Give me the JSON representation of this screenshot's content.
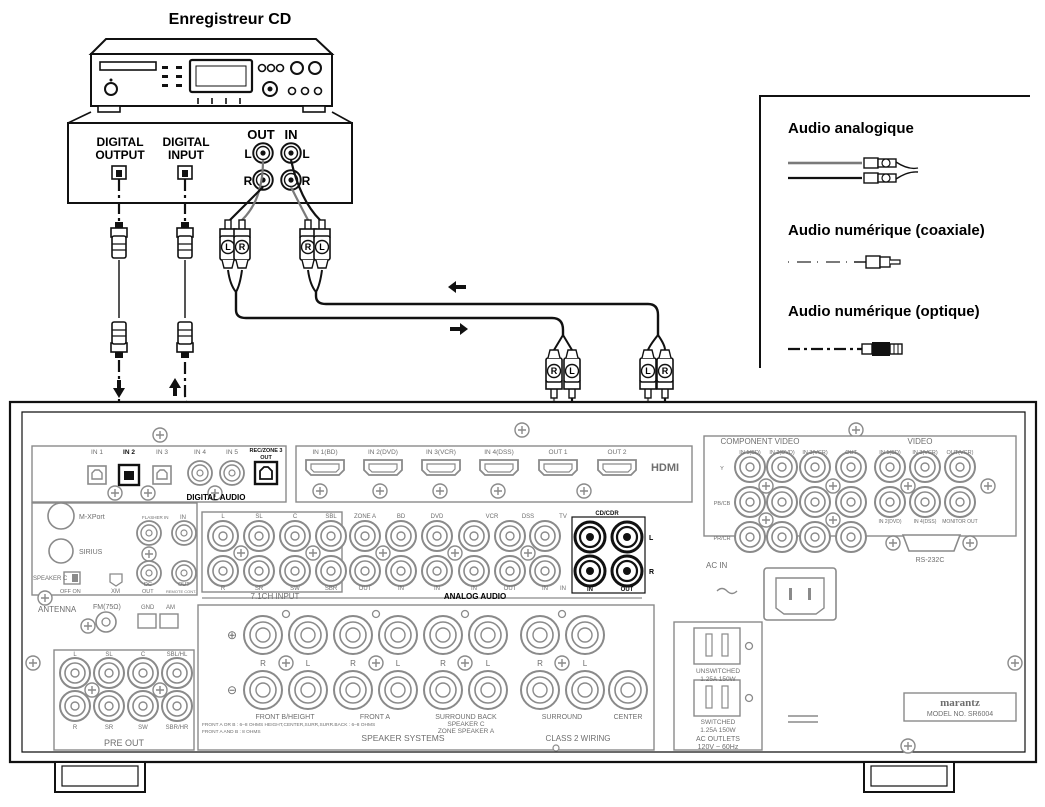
{
  "title": "Enregistreur CD",
  "recorder": {
    "digital_output": [
      "DIGITAL",
      "OUTPUT"
    ],
    "digital_input": [
      "DIGITAL",
      "INPUT"
    ],
    "out": "OUT",
    "in": "IN",
    "l": "L",
    "r": "R"
  },
  "plug_letters": {
    "l": "L",
    "r": "R"
  },
  "legend": {
    "analog": "Audio analogique",
    "coax": "Audio numérique (coaxiale)",
    "optical": "Audio numérique (optique)"
  },
  "receiver": {
    "digital_inputs": [
      "IN 1",
      "IN 2",
      "IN 3",
      "IN 4",
      "IN 5"
    ],
    "rec_out": [
      "REC/ZONE 3",
      "OUT"
    ],
    "digital_audio": "DIGITAL AUDIO",
    "hdmi_inputs": [
      "IN 1(BD)",
      "IN 2(DVD)",
      "IN 3(VCR)",
      "IN 4(DSS)",
      "OUT 1",
      "OUT 2"
    ],
    "hdmi_logo": "HDMI",
    "component_video": "COMPONENT VIDEO",
    "component_cols": [
      "IN 1(BD)",
      "IN 2(DVD)",
      "IN 3(VCR)",
      "OUT"
    ],
    "component_rows": [
      "Y",
      "PB/CB",
      "PR/CR"
    ],
    "video": "VIDEO",
    "video_cols": [
      "IN 1(BD)",
      "IN 3(VCR)",
      "OUT(VCR)"
    ],
    "video_bottom": [
      "IN 2(DVD)",
      "IN 4(DSS)",
      "MONITOR OUT"
    ],
    "m_xport": "M-XPort",
    "sirius": "SIRIUS",
    "speaker_c": "SPEAKER C",
    "off_on": "OFF  ON",
    "xm": "XM",
    "antenna": "ANTENNA",
    "fm": "FM(75Ω)",
    "gnd": "GND",
    "am": "AM",
    "flasher_in": "FLASHER IN",
    "dc_out": [
      "DC",
      "OUT"
    ],
    "remote_in": "IN",
    "remote_out": [
      "OUT",
      "REMOTE CONT."
    ],
    "ch71_top": [
      "L",
      "SL",
      "C",
      "SBL"
    ],
    "ch71_bottom": [
      "R",
      "SR",
      "SW",
      "SBR"
    ],
    "ch71_input": "7.1CH INPUT",
    "analog_cols": [
      "ZONE A",
      "BD",
      "DVD",
      "VCR",
      "DSS",
      "TV",
      "CD/CDR"
    ],
    "analog_bottom": [
      "OUT",
      "IN",
      "IN",
      "IN",
      "OUT",
      "IN",
      "IN",
      "IN",
      "OUT"
    ],
    "analog_audio": "ANALOG AUDIO",
    "cd_l": "L",
    "cd_r": "R",
    "ac_in": "AC IN",
    "rs232c": "RS-232C",
    "pre_out_top": [
      "L",
      "SL",
      "C",
      "SBL/HL"
    ],
    "pre_out_bottom": [
      "R",
      "SR",
      "SW",
      "SBR/HR"
    ],
    "pre_out": "PRE OUT",
    "spk_plus": "⊕",
    "spk_minus": "⊖",
    "spk_rl": [
      "R",
      "L",
      "R",
      "L",
      "R",
      "L",
      "R",
      "L"
    ],
    "front_b": "FRONT B/HEIGHT",
    "front_a": "FRONT A",
    "surround_back": [
      "SURROUND BACK",
      "SPEAKER C",
      "ZONE SPEAKER A"
    ],
    "surround": "SURROUND",
    "center": "CENTER",
    "fine_print": [
      "FRONT A  OR  B : 6–8 OHMS   HEIGHT,CENTER,SURR,SURR.BACK : 6–8 OHMS",
      "FRONT A AND B : 8 OHMS"
    ],
    "speaker_systems": "SPEAKER SYSTEMS",
    "class2": "CLASS 2 WIRING",
    "unswitched": [
      "UNSWITCHED",
      "1.25A 150W"
    ],
    "switched": [
      "SWITCHED",
      "1.25A 150W"
    ],
    "ac_outlets": [
      "AC OUTLETS",
      "120V ~ 60Hz"
    ],
    "brand": "marantz",
    "model": "MODEL NO. SR6004"
  },
  "colors": {
    "ink": "#111111",
    "panel_gray": "#8a8a8a",
    "cable_gray": "#7a7a7a"
  }
}
